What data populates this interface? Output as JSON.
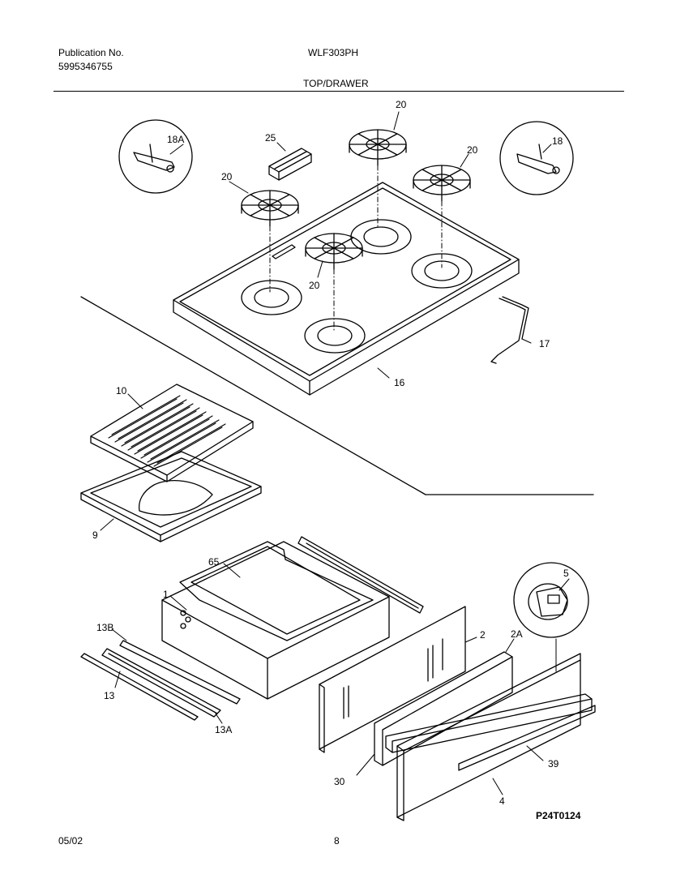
{
  "header": {
    "publication_label": "Publication No.",
    "publication_number": "5995346755",
    "model": "WLF303PH",
    "section_title": "TOP/DRAWER"
  },
  "callouts": {
    "c18a": "18A",
    "c25": "25",
    "c20_top": "20",
    "c20_right": "20",
    "c20_left": "20",
    "c20_center": "20",
    "c18": "18",
    "c17": "17",
    "c16": "16",
    "c10": "10",
    "c9": "9",
    "c65": "65",
    "c1": "1",
    "c13b": "13B",
    "c13": "13",
    "c13a": "13A",
    "c5": "5",
    "c2": "2",
    "c2a": "2A",
    "c39": "39",
    "c30": "30",
    "c4": "4"
  },
  "footer": {
    "date": "05/02",
    "page": "8",
    "drawing_code": "P24T0124"
  }
}
